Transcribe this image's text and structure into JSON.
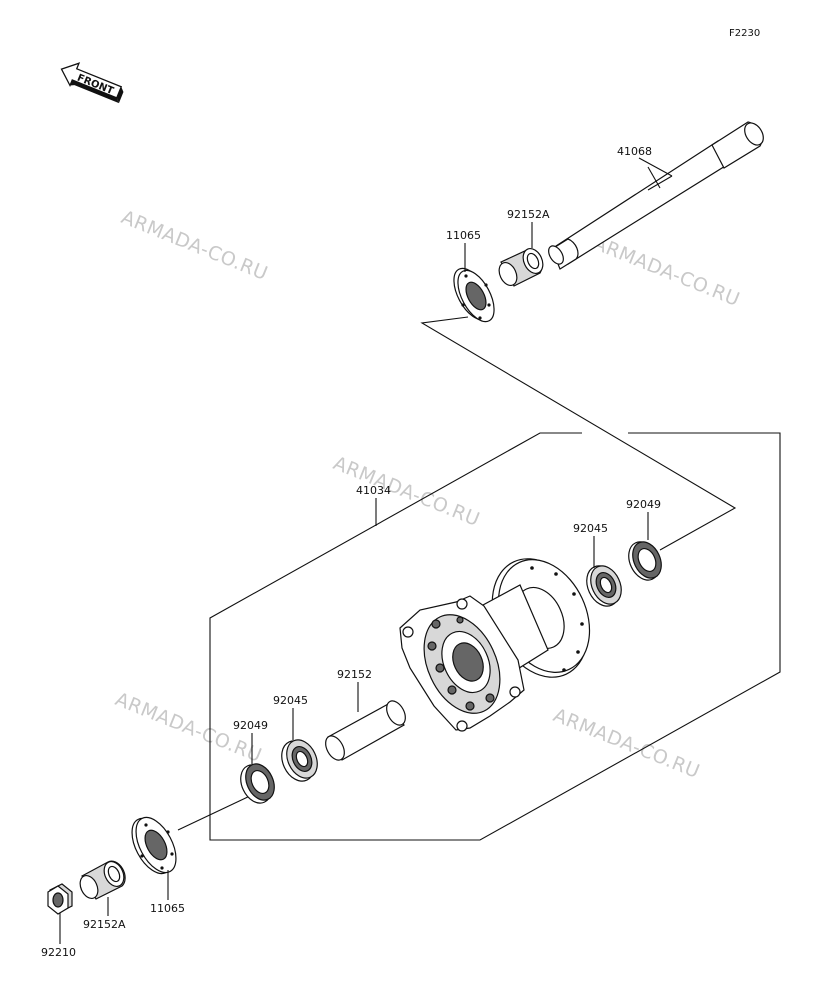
{
  "diagram_code": "F2230",
  "front_arrow_text": "FRONT",
  "watermarks": [
    "ARMADA-CO.RU",
    "ARMADA-CO.RU",
    "ARMADA-CO.RU",
    "ARMADA-CO.RU",
    "ARMADA-CO.RU"
  ],
  "parts": {
    "axle": "41068",
    "collar_top": "92152A",
    "plate_top": "11065",
    "hub": "41034",
    "bearing_upper_outer": "92049",
    "bearing_upper_inner": "92045",
    "sleeve": "92152",
    "bearing_lower_inner": "92045",
    "bearing_lower_outer": "92049",
    "plate_bottom": "11065",
    "collar_bottom": "92152A",
    "nut": "92210"
  }
}
